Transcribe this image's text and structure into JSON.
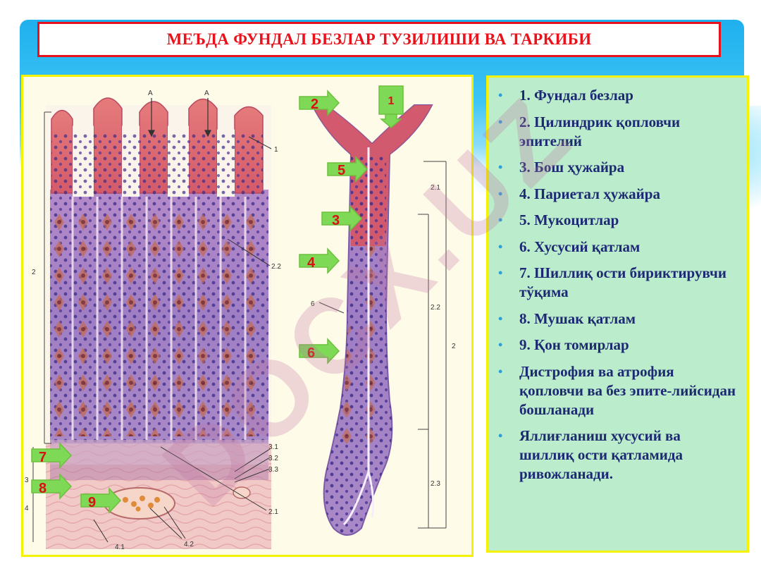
{
  "title": "МЕЪДА ФУНДАЛ БЕЗЛАР ТУЗИЛИШИ ВА ТАРКИБИ",
  "watermark": "DOCX.UZ",
  "diagram_labels": {
    "top_arrows": [
      "A",
      "A"
    ],
    "left": [
      "1",
      "2.2",
      "2",
      "3.1",
      "3.2",
      "3.3",
      "2.1",
      "4.1",
      "4.2",
      "3",
      "4"
    ],
    "right": [
      "2.1",
      "2.2",
      "2",
      "2.3",
      "6"
    ]
  },
  "numbered_markers": [
    "1",
    "2",
    "5",
    "3",
    "4",
    "6",
    "7",
    "8",
    "9"
  ],
  "legend": [
    "1. Фундал безлар",
    "2. Цилиндрик қопловчи эпителий",
    "3. Бош ҳужайра",
    "4. Париетал ҳужайра",
    "5. Мукоцитлар",
    "6. Хусусий қатлам",
    "7. Шиллиқ ости бириктирувчи тўқима",
    "8. Мушак қатлам",
    "9. Қон томирлар",
    "Дистрофия ва атрофия қопловчи ва без эпите-лийсидан бошланади",
    "Яллиғланиш хусусий ва шиллиқ ости қатламида ривожланади."
  ],
  "colors": {
    "title_red": "#e8121c",
    "panel_border_yellow": "#f5f200",
    "legend_bg": "#bbeccb",
    "legend_text": "#1d2a73",
    "marker_green": "#7ed957",
    "marker_text": "#d21414",
    "sky_blue": "#1fb0ee"
  }
}
